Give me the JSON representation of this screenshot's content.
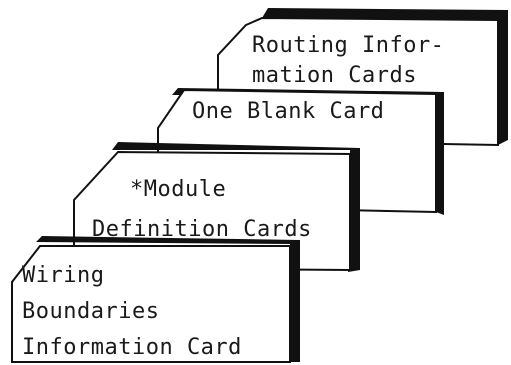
{
  "diagram": {
    "cards": [
      {
        "id": "routing",
        "lines": [
          "Routing Infor-",
          "mation Cards"
        ]
      },
      {
        "id": "blank",
        "lines": [
          "One Blank Card"
        ]
      },
      {
        "id": "module",
        "lines": [
          "*Module",
          "Definition Cards"
        ]
      },
      {
        "id": "wiring",
        "lines": [
          "Wiring",
          "Boundaries",
          "Information Card"
        ]
      }
    ],
    "colors": {
      "ink": "#1a1a1a",
      "paper": "#ffffff",
      "edge": "#111111"
    }
  }
}
